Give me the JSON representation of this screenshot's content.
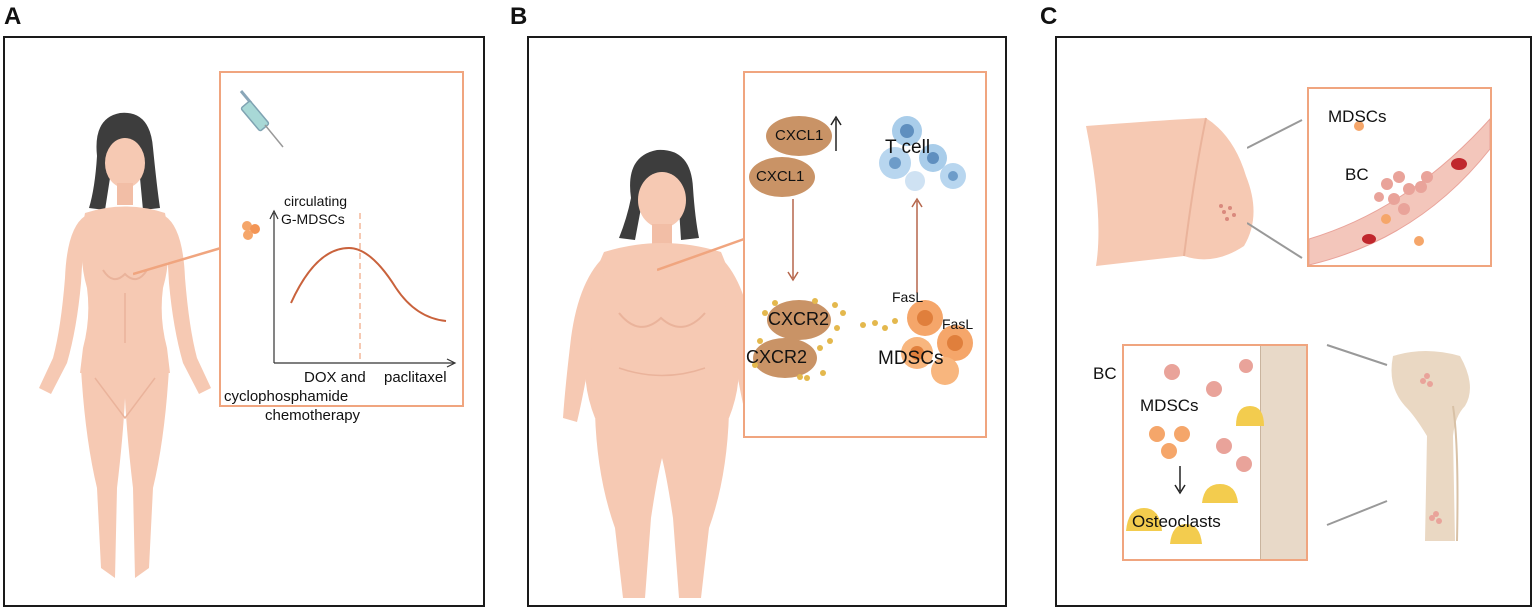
{
  "panels": [
    {
      "letter": "A",
      "labels": {
        "circulating": "circulating",
        "gmdscs": "G-MDSCs",
        "dox_line1": "DOX and",
        "dox_line2": "cyclophosphamide",
        "dox_line3": "chemotherapy",
        "paclitaxel": "paclitaxel"
      }
    },
    {
      "letter": "B",
      "labels": {
        "cxcl1_top": "CXCL1",
        "cxcl1_bottom": "CXCL1",
        "tcell": "T cell",
        "cxcr2_top": "CXCR2",
        "cxcr2_bottom": "CXCR2",
        "fasl_left": "FasL",
        "fasl_right": "FasL",
        "mdscs": "MDSCs"
      }
    },
    {
      "letter": "C",
      "labels": {
        "mdscs_top": "MDSCs",
        "bc_top": "BC",
        "bc_bottom": "BC",
        "mdscs_bottom": "MDSCs",
        "osteoclasts": "Osteoclasts"
      }
    }
  ],
  "colors": {
    "skin": "#f6c9b3",
    "skin_shadow": "#eab39b",
    "hair": "#3d3d3d",
    "inset_border": "#f0a57f",
    "curve": "#c9623c",
    "brown_node": "#c99366",
    "arrow_brown": "#b5654a",
    "mdsc_orange": "#f5a66a",
    "tcell_blue": "#a9cdea",
    "dot_gold": "#e4b84d",
    "vessel": "#f3c6bb",
    "bc_pink": "#e9a39a",
    "bone": "#ead8c3",
    "osteoclast": "#f3cc4e"
  },
  "icons": [
    "syringe-icon",
    "mdsc-cluster-icon",
    "tcell-icon",
    "vessel-icon",
    "bone-icon",
    "osteoclast-icon"
  ]
}
